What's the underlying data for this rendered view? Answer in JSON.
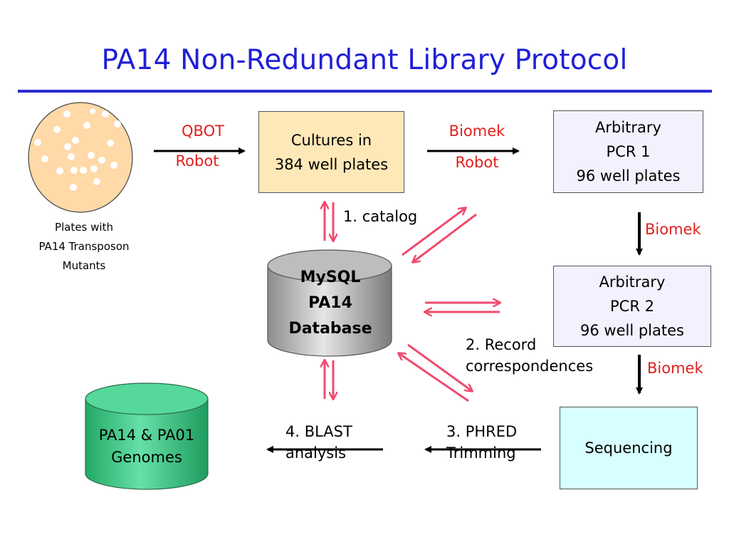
{
  "title": "PA14 Non-Redundant Library Protocol",
  "plate_caption": [
    "Plates with",
    "PA14 Transposon",
    "Mutants"
  ],
  "qbot": [
    "QBOT",
    "Robot"
  ],
  "cultures": [
    "Cultures in",
    "384 well plates"
  ],
  "biomek_robot": [
    "Biomek",
    "Robot"
  ],
  "pcr1": [
    "Arbitrary",
    "PCR 1",
    "96 well plates"
  ],
  "biomek_1": "Biomek",
  "pcr2": [
    "Arbitrary",
    "PCR 2",
    "96 well plates"
  ],
  "biomek_2": "Biomek",
  "sequencing": "Sequencing",
  "catalog": "1. catalog",
  "record": [
    "2. Record",
    "correspondences"
  ],
  "phred": [
    "3. PHRED",
    "Trimming"
  ],
  "blast": [
    "4. BLAST",
    "analysis"
  ],
  "mysql": [
    "MySQL",
    "PA14",
    "Database"
  ],
  "genomes": [
    "PA14 & PA01",
    "Genomes"
  ],
  "colors": {
    "title": "#1f1fd6",
    "label_red": "#e0201d",
    "db_arrow": "#f04a6e",
    "cultures_fill": "#ffe8b8",
    "pcr_fill": "#f2f2ff",
    "sequencing_fill": "#d8ffff",
    "plate_fill": "#ffd9a8",
    "genome_fill": "#33cc88"
  }
}
